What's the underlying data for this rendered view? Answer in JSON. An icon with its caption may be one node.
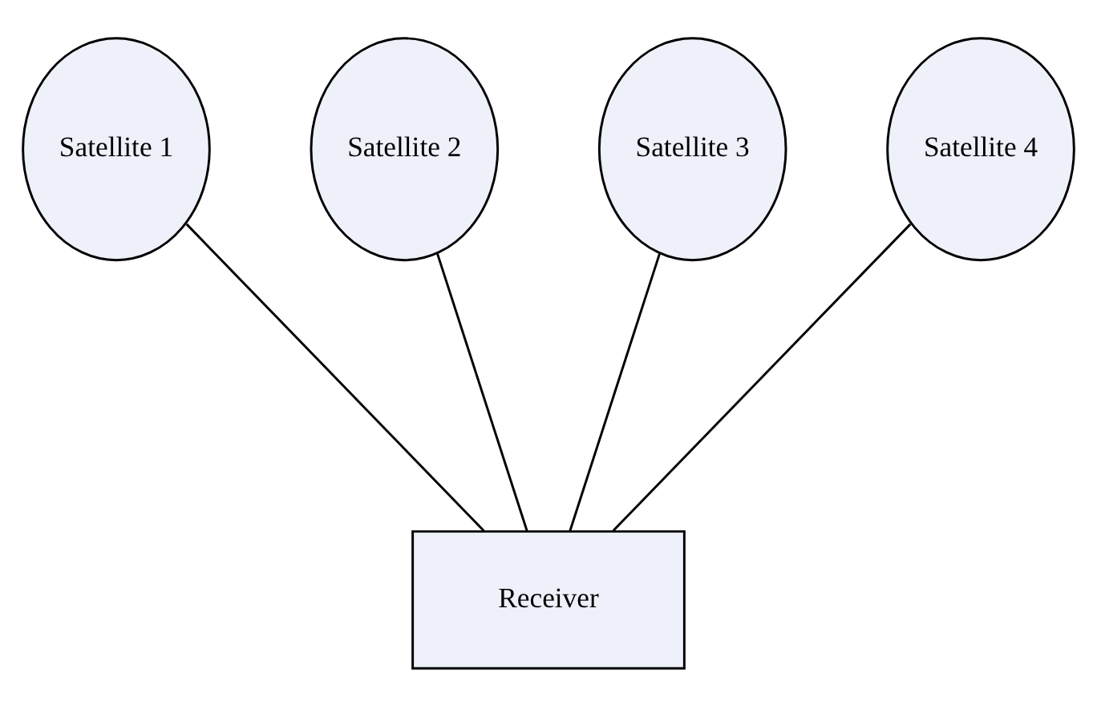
{
  "diagram": {
    "nodes": [
      {
        "text": [
          "Satellite 1"
        ]
      },
      {
        "text": [
          "Satellite 2"
        ]
      },
      {
        "text": [
          "Satellite 3"
        ]
      },
      {
        "text": [
          "Satellite 4"
        ]
      },
      {
        "text": [
          "Receiver"
        ]
      }
    ],
    "edges": [
      {
        "from": 0,
        "to": 4,
        "arrow": "none"
      },
      {
        "from": 1,
        "to": 4,
        "arrow": "none"
      },
      {
        "from": 2,
        "to": 4,
        "arrow": "none"
      },
      {
        "from": 3,
        "to": 4,
        "arrow": "none"
      }
    ]
  }
}
